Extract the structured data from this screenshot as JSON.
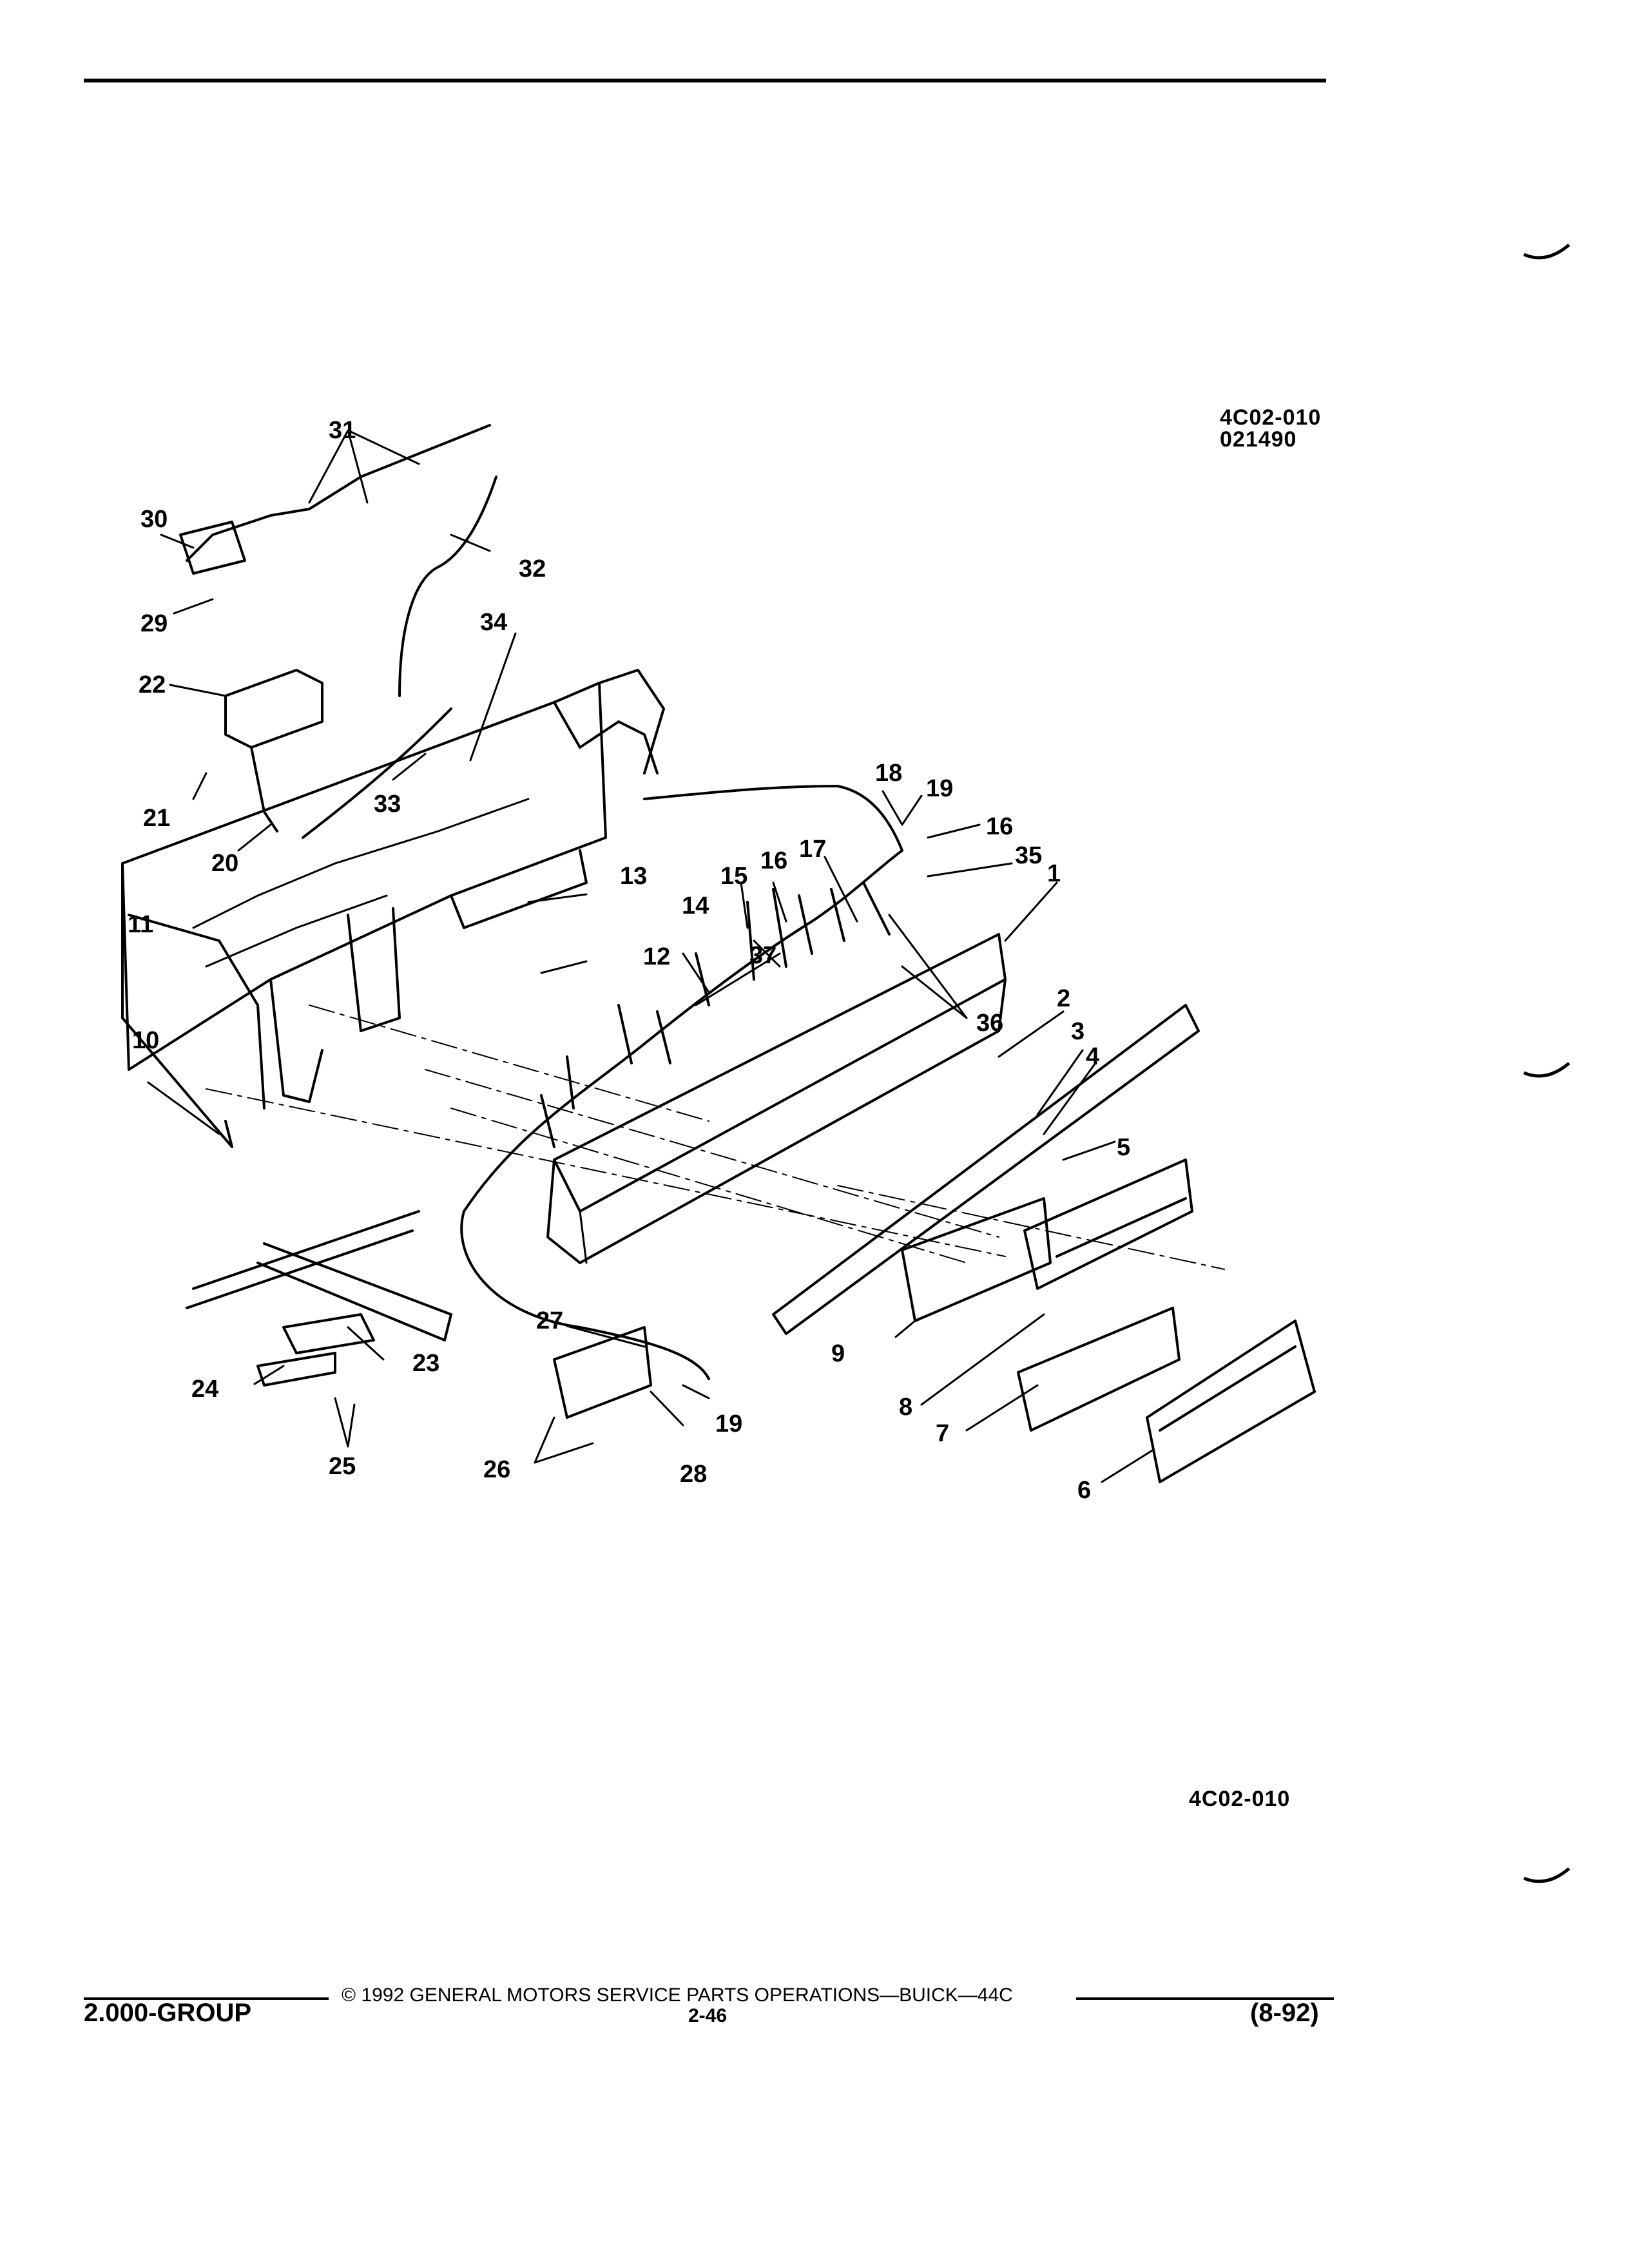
{
  "header": {
    "figure_code": "4C02-010",
    "figure_date": "021490"
  },
  "diagram": {
    "callouts": [
      "1",
      "2",
      "3",
      "4",
      "5",
      "6",
      "7",
      "8",
      "9",
      "10",
      "11",
      "12",
      "13",
      "14",
      "15",
      "16",
      "16",
      "17",
      "18",
      "19",
      "19",
      "20",
      "21",
      "22",
      "23",
      "24",
      "25",
      "26",
      "27",
      "28",
      "29",
      "30",
      "31",
      "32",
      "33",
      "34",
      "35",
      "36",
      "37"
    ]
  },
  "figure_footer_code": "4C02-010",
  "footer": {
    "group": "2.000-GROUP",
    "copyright": "© 1992 GENERAL MOTORS SERVICE PARTS OPERATIONS—BUICK—44C",
    "page_number": "2-46",
    "revision": "(8-92)"
  }
}
